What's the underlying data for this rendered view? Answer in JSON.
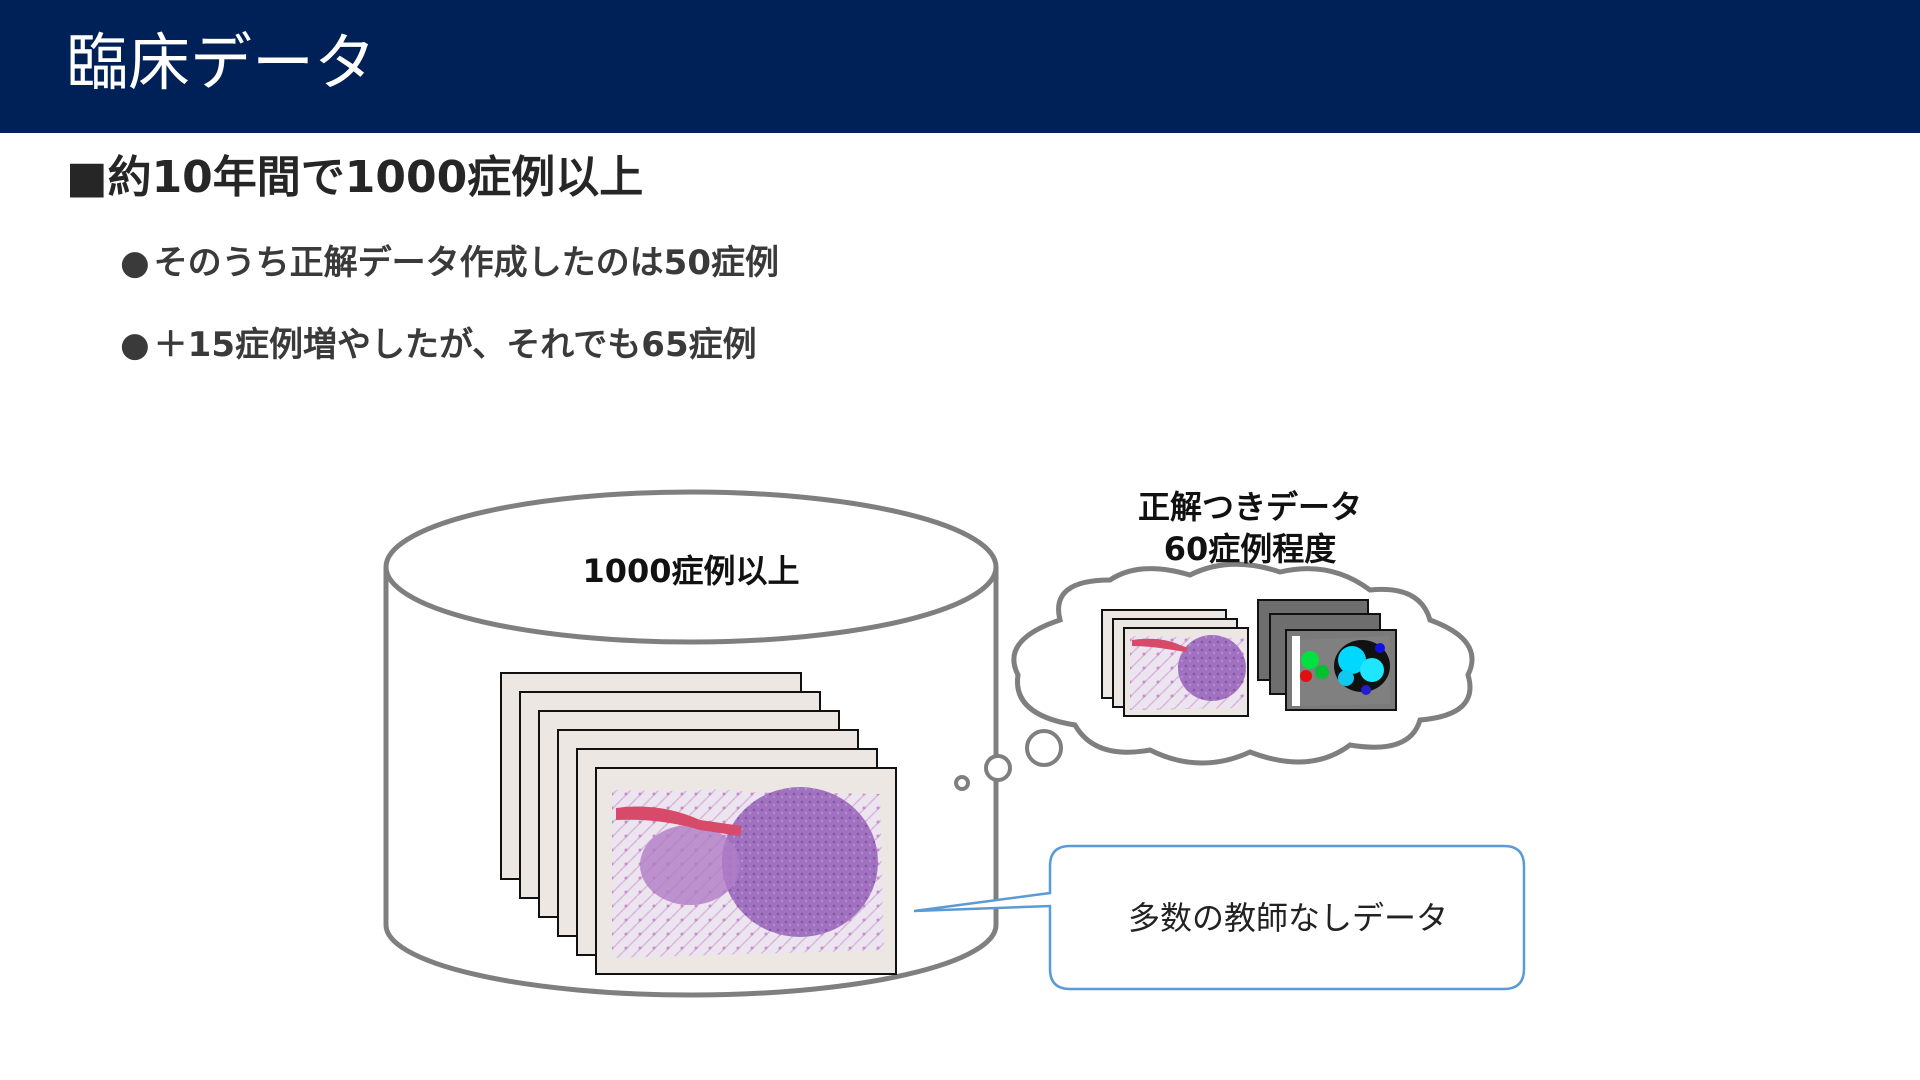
{
  "slide": {
    "title": "臨床データ",
    "heading": "■約10年間で1000症例以上",
    "bullets": [
      {
        "marker": "●",
        "text": "そのうち正解データ作成したのは50症例"
      },
      {
        "marker": "●",
        "text": "＋15症例増やしたが、それでも65症例"
      }
    ]
  },
  "diagram": {
    "cylinder_label": "1000症例以上",
    "cloud_label_line1": "正解つきデータ",
    "cloud_label_line2": "60症例程度",
    "callout_label": "多数の教師なしデータ"
  },
  "colors": {
    "title_bar": "#002157",
    "cylinder_stroke": "#7f7f7f",
    "callout_stroke": "#5b9bd5",
    "tissue_pink": "#c88fc8",
    "tissue_purple": "#9a6ab8"
  }
}
